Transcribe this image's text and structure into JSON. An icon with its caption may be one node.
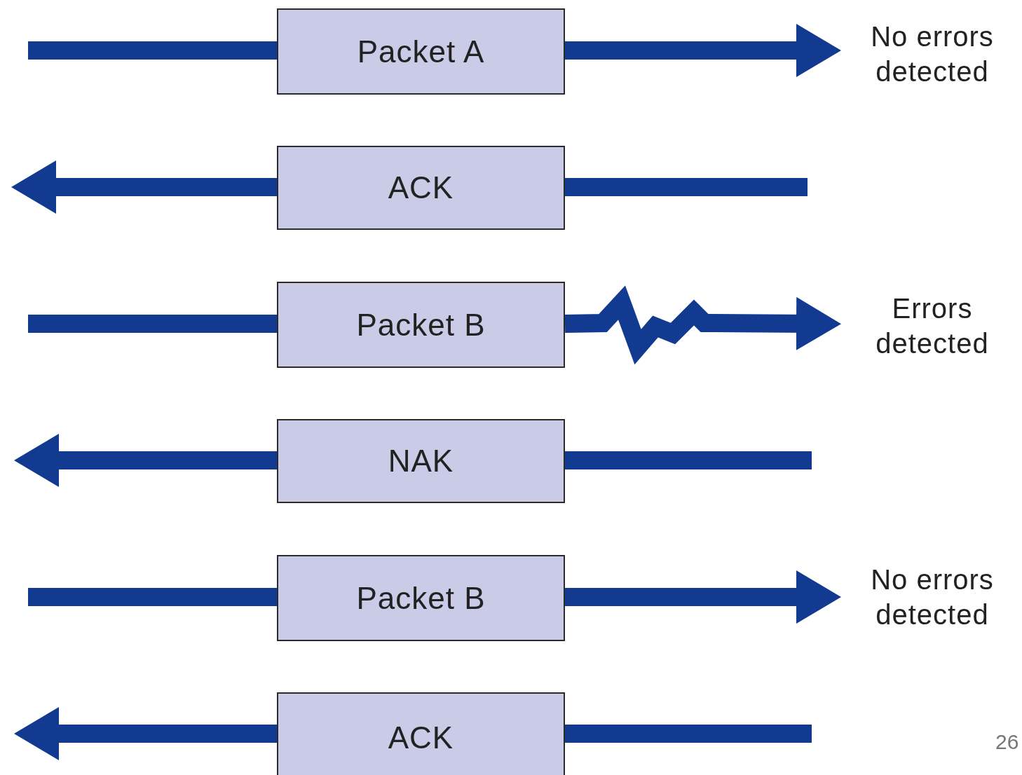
{
  "diagram": {
    "nodes": [
      {
        "text": [
          "Packet A"
        ]
      },
      {
        "text": [
          "No errors detected"
        ]
      },
      {
        "text": [
          "ACK"
        ]
      },
      {
        "text": [
          "Packet B"
        ]
      },
      {
        "text": [
          "Errors detected"
        ]
      },
      {
        "text": [
          "NAK"
        ]
      },
      {
        "text": [
          "Packet B"
        ]
      },
      {
        "text": [
          "No errors detected"
        ]
      },
      {
        "text": [
          "ACK"
        ]
      }
    ],
    "edges": [
      {
        "from": null,
        "to": 0,
        "arrow": "none"
      },
      {
        "from": 0,
        "to": 1,
        "arrow": "to"
      },
      {
        "from": 2,
        "to": null,
        "arrow": "to"
      },
      {
        "from": null,
        "to": 2,
        "arrow": "none"
      },
      {
        "from": null,
        "to": 3,
        "arrow": "none"
      },
      {
        "from": 3,
        "to": 4,
        "arrow": "to"
      },
      {
        "from": 5,
        "to": null,
        "arrow": "to"
      },
      {
        "from": null,
        "to": 5,
        "arrow": "none"
      },
      {
        "from": null,
        "to": 6,
        "arrow": "none"
      },
      {
        "from": 6,
        "to": 7,
        "arrow": "to"
      },
      {
        "from": 8,
        "to": null,
        "arrow": "to"
      },
      {
        "from": null,
        "to": 8,
        "arrow": "none"
      }
    ],
    "labels": [
      "26"
    ]
  }
}
